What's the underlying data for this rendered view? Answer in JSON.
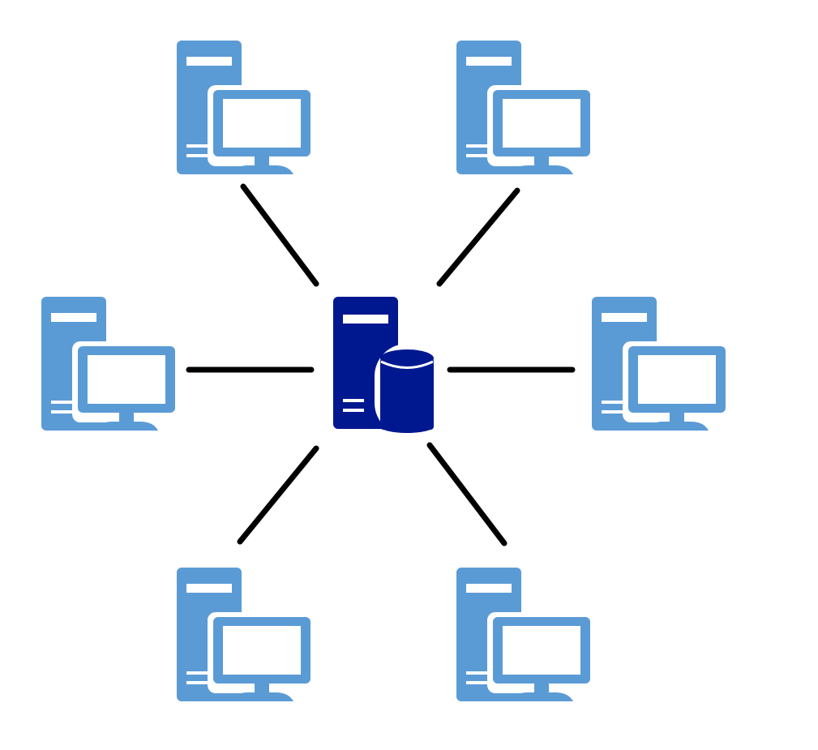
{
  "diagram": {
    "type": "star-network",
    "colors": {
      "client": "#5b9bd5",
      "server": "#00188f",
      "link": "#000000",
      "background": "#ffffff"
    },
    "server": {
      "icon": "database-server-icon"
    },
    "clients": [
      {
        "id": "client-top-left",
        "icon": "workstation-icon"
      },
      {
        "id": "client-top-right",
        "icon": "workstation-icon"
      },
      {
        "id": "client-middle-left",
        "icon": "workstation-icon"
      },
      {
        "id": "client-middle-right",
        "icon": "workstation-icon"
      },
      {
        "id": "client-bottom-left",
        "icon": "workstation-icon"
      },
      {
        "id": "client-bottom-right",
        "icon": "workstation-icon"
      }
    ],
    "links": [
      {
        "from": "server",
        "to": "client-top-left"
      },
      {
        "from": "server",
        "to": "client-top-right"
      },
      {
        "from": "server",
        "to": "client-middle-left"
      },
      {
        "from": "server",
        "to": "client-middle-right"
      },
      {
        "from": "server",
        "to": "client-bottom-left"
      },
      {
        "from": "server",
        "to": "client-bottom-right"
      }
    ]
  }
}
